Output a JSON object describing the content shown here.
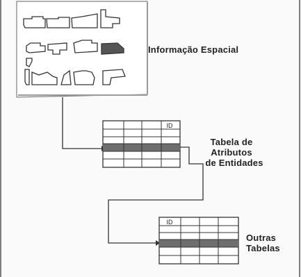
{
  "labels": {
    "spatial": "Informação Espacial",
    "attr_line1": "Tabela de Atributos",
    "attr_line2": "de Entidades",
    "outras_line1": "Outras",
    "outras_line2": "Tabelas"
  },
  "tables": {
    "attr_id_header": "ID",
    "outras_id_header": "ID"
  },
  "colors": {
    "line": "#333333",
    "shade": "#6e6e6e",
    "panel": "#ffffff",
    "dark_polygon": "#555555"
  }
}
